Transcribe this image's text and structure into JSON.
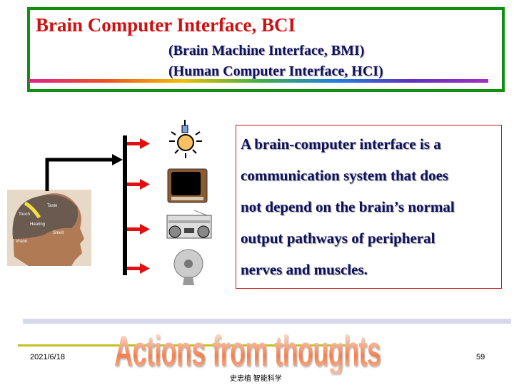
{
  "slide": {
    "title": "Brain Computer Interface, BCI",
    "subtitles": [
      "(Brain Machine Interface, BMI)",
      "(Human Computer Interface, HCI)"
    ],
    "definition_lines": [
      "A brain-computer interface is a",
      "communication system that does",
      "not depend on the brain’s normal",
      "output pathways of peripheral",
      "nerves and muscles."
    ],
    "brain_labels": [
      "Taste",
      "Touch",
      "Hearing",
      "Smell",
      "Vision"
    ],
    "devices": [
      "lightbulb-icon",
      "television-icon",
      "radio-icon",
      "fan-icon"
    ],
    "wordart": "Actions from thoughts"
  },
  "footer": {
    "date": "2021/6/18",
    "author": "史忠植 智能科学",
    "page": "59"
  },
  "colors": {
    "title": "#d01010",
    "text": "#101060",
    "frame": "#109010",
    "arrows": "#e01010"
  }
}
